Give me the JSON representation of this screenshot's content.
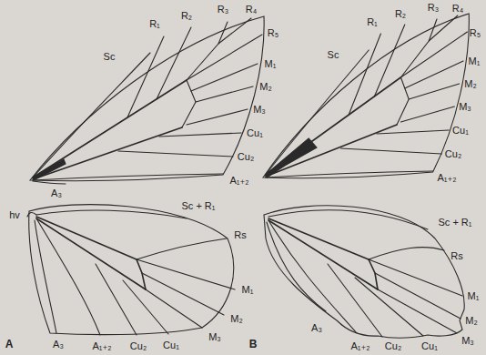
{
  "diagram": {
    "labels": [
      "Sc",
      "R₁",
      "R₂",
      "R₃",
      "R₄",
      "R₅",
      "M₁",
      "M₂",
      "M₃",
      "Cu₁",
      "Cu₂",
      "A₁₊₂",
      "A₃",
      "hv",
      "Sc + R₁",
      "Rs",
      "M₁",
      "M₂",
      "M₃",
      "Cu₁",
      "Cu₂",
      "A₃",
      "A₁₊₂",
      "A",
      "Sc",
      "R₁",
      "R₂",
      "R₃",
      "R₄",
      "R₅",
      "M₁",
      "M₂",
      "M₃",
      "Cu₁",
      "Cu₂",
      "A₁₊₂",
      "Sc + R₁",
      "Rs",
      "M₁",
      "M₂",
      "M₃",
      "Cu₁",
      "Cu₂",
      "A₃",
      "A₁₊₂",
      "B"
    ]
  }
}
